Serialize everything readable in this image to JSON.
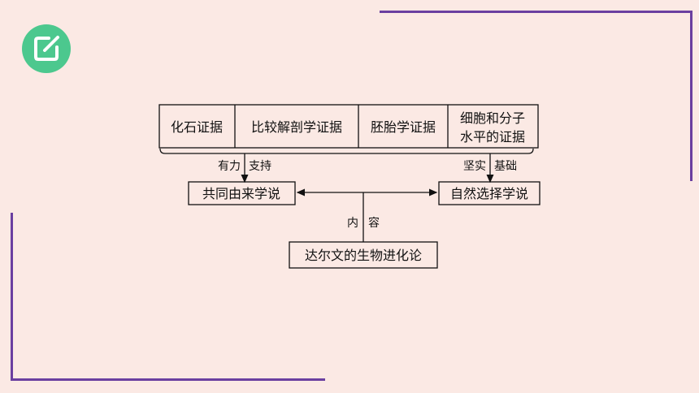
{
  "logo": {
    "icon": "edit-note-icon",
    "color": "#4cc88e"
  },
  "frame": {
    "color": "#6a3fa0"
  },
  "evidence": [
    "化石证据",
    "比较解剖学证据",
    "胚胎学证据"
  ],
  "evidence_last": {
    "line1": "细胞和分子",
    "line2": "水平的证据"
  },
  "left_label": {
    "a": "有力",
    "b": "支持"
  },
  "right_label": {
    "a": "坚实",
    "b": "基础"
  },
  "left_node": "共同由来学说",
  "right_node": "自然选择学说",
  "center_label": {
    "a": "内",
    "b": "容"
  },
  "bottom_node": "达尔文的生物进化论"
}
